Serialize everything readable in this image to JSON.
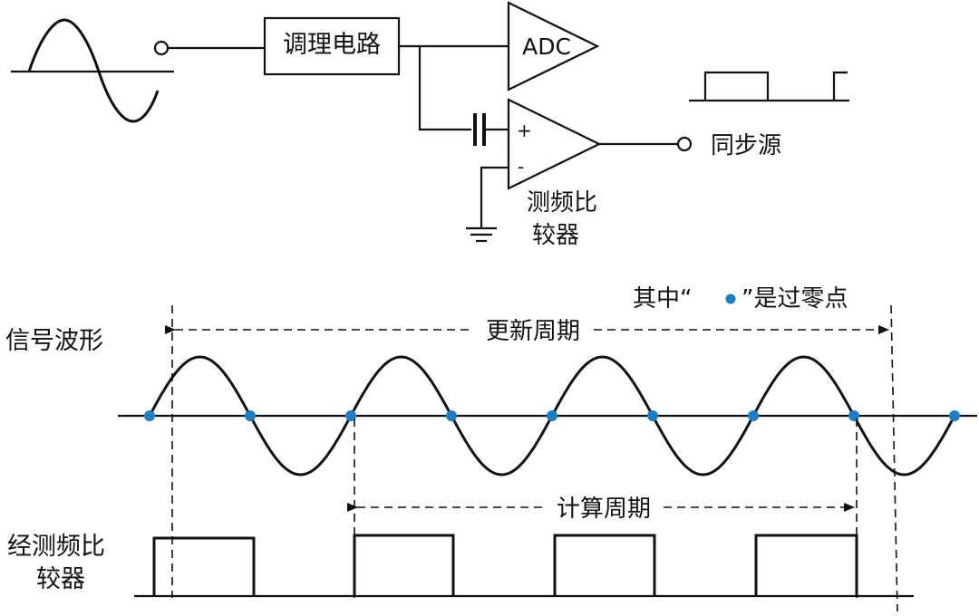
{
  "circuit": {
    "conditioning_label": "调理电路",
    "adc_label": "ADC",
    "comparator_plus": "+",
    "comparator_minus": "-",
    "comparator_label_line1": "测频比",
    "comparator_label_line2": "较器",
    "sync_label": "同步源"
  },
  "waveforms": {
    "legend_prefix": "其中“",
    "legend_suffix": "”是过零点",
    "signal_label": "信号波形",
    "update_period_label": "更新周期",
    "calc_period_label": "计算周期",
    "comparator_output_line1": "经测频比",
    "comparator_output_line2": "较器"
  },
  "colors": {
    "zero_crossing_dot": "#1a7fc4",
    "line": "#111111"
  },
  "icons": [
    "sine-source-icon",
    "terminal-icon",
    "ground-icon",
    "capacitor-icon",
    "arrow-icon"
  ]
}
